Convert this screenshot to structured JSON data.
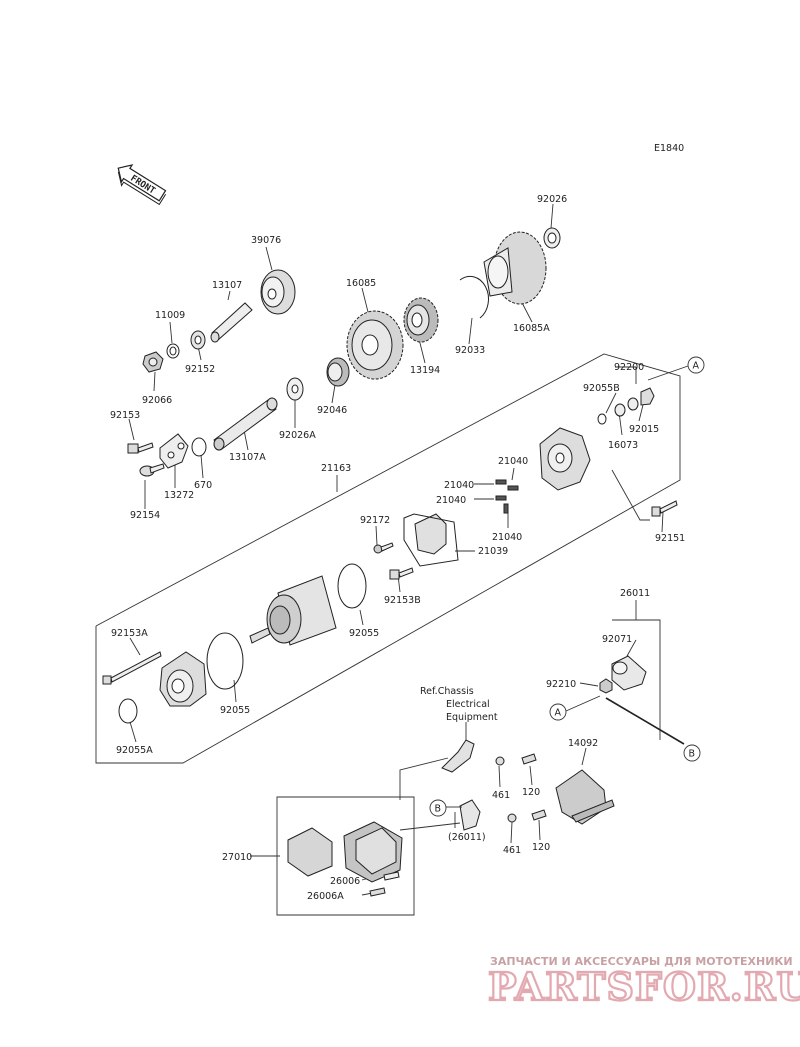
{
  "diagram_code": "E1840",
  "front_label": "FRONT",
  "part_labels": {
    "p39076": "39076",
    "p13107": "13107",
    "p11009": "11009",
    "p92152": "92152",
    "p92066": "92066",
    "p92153": "92153",
    "p13272": "13272",
    "p670": "670",
    "p92154": "92154",
    "p13107A": "13107A",
    "p92026A": "92026A",
    "p92046": "92046",
    "p16085": "16085",
    "p13194": "13194",
    "p92033": "92033",
    "p16085A": "16085A",
    "p92026": "92026",
    "p92200": "92200",
    "p92055B": "92055B",
    "p16073": "16073",
    "p92015": "92015",
    "p21040a": "21040",
    "p21040b": "21040",
    "p21040c": "21040",
    "p21040d": "21040",
    "p21163": "21163",
    "p92172": "92172",
    "p21039": "21039",
    "p92153B": "92153B",
    "p92151": "92151",
    "p92055a": "92055",
    "p92055b": "92055",
    "p92153A": "92153A",
    "p92055A": "92055A",
    "p26011": "26011",
    "p92071": "92071",
    "p92210": "92210",
    "p14092": "14092",
    "p461a": "461",
    "p120a": "120",
    "p461b": "461",
    "p120b": "120",
    "p26011p": "(26011)",
    "p27010": "27010",
    "p26006": "26006",
    "p26006A": "26006A"
  },
  "callouts": {
    "a1": "A",
    "a2": "A",
    "b1": "B",
    "b2": "B"
  },
  "ref_note": {
    "line1": "Ref.Chassis",
    "line2": "Electrical",
    "line3": "Equipment"
  },
  "watermark": {
    "tagline": "ЗАПЧАСТИ И АКСЕССУАРЫ ДЛЯ МОТОТЕХНИКИ",
    "brand": "PARTSFOR.RU"
  }
}
